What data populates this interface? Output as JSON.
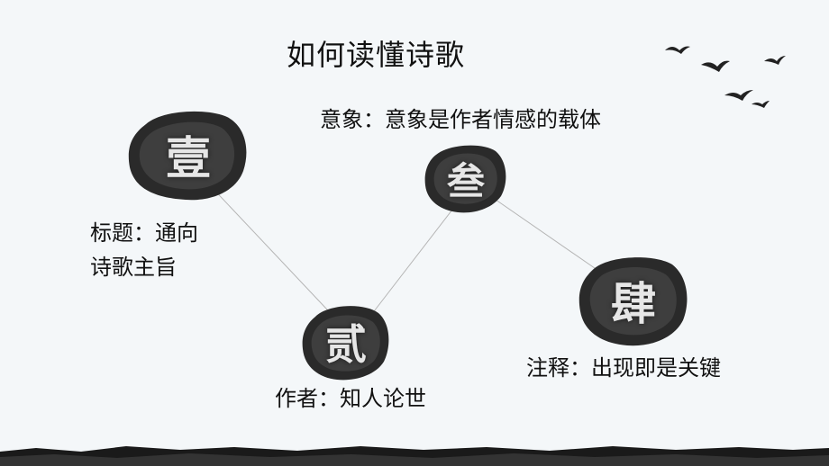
{
  "title": "如何读懂诗歌",
  "nodes": [
    {
      "char": "壹",
      "label_lines": [
        "标题：通向",
        "诗歌主旨"
      ]
    },
    {
      "char": "贰",
      "label_lines": [
        "作者：知人论世"
      ]
    },
    {
      "char": "叁",
      "label_lines": [
        "意象：意象是作者情感的载体"
      ]
    },
    {
      "char": "肆",
      "label_lines": [
        "注释：出现即是关键"
      ]
    }
  ],
  "colors": {
    "background": "#f4f7f9",
    "ink": "#2a2a2a",
    "text": "#111111",
    "connector": "#b5b5b5"
  },
  "icons": [
    "flying-birds-icon",
    "ink-blot-icon",
    "ink-mountain-ground"
  ]
}
